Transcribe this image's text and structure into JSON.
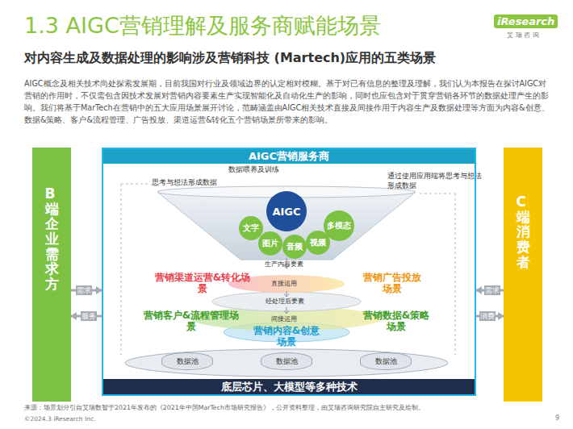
{
  "diagram": {
    "title": "1.3 AIGC营销理解及服务商赋能场景",
    "nodes": [
      {
        "text": [
          "B端企业需求方"
        ]
      },
      {
        "text": [
          "AIGC营销服务商"
        ]
      },
      {
        "text": [
          "AIGC"
        ],
        "in": 1
      },
      {
        "text": [
          "文字"
        ],
        "in": 1
      },
      {
        "text": [
          "图片"
        ],
        "in": 1
      },
      {
        "text": [
          "音频"
        ],
        "in": 1
      },
      {
        "text": [
          "视频"
        ],
        "in": 1
      },
      {
        "text": [
          "多模态"
        ],
        "in": 1
      },
      {
        "text": [
          "数据池"
        ],
        "in": 1
      },
      {
        "text": [
          "数据池"
        ],
        "in": 1
      },
      {
        "text": [
          "数据池"
        ],
        "in": 1
      },
      {
        "text": [
          "底层芯片、大模型等多种技术"
        ],
        "in": 1
      },
      {
        "text": [
          "C端消费者"
        ]
      }
    ],
    "edges": [
      {
        "from": 0,
        "to": 1,
        "label": "需求",
        "arrow": "to"
      },
      {
        "from": 1,
        "to": 0,
        "label": "服务",
        "arrow": "to"
      },
      {
        "from": 12,
        "to": 1,
        "label": "需求",
        "arrow": "to"
      },
      {
        "from": 1,
        "to": 12,
        "label": "消费",
        "arrow": "to"
      }
    ],
    "labels": [
      "iResearch",
      "艾 瑞 咨 询",
      "对内容生成及数据处理的影响涉及营销科技 (Martech)应用的五类场景",
      "AIGC概念及相关技术尚处探索发展期，目前我国对行业及领域边界的认定相对模糊。基于对已有信息的整理及理解，我们认为本报告在探讨AIGC对营销的作用时，不仅需包含因技术发展对营销内容要素生产实现智能化及自动化生产的影响，同时也应包含对于贯穿营销各环节的数据处理产生的影响。我们将基于MarTech在营销中的五大应用场景展开讨论，范畴涵盖由AIGC相关技术直接及间接作用于内容生产及数据处理等方面为内容&创意、数据&策略、客户&流程管理、广告投放、渠道运营&转化五个营销场景所带来的影响。",
      "数据喂养及训练",
      "思考与想法形成数据",
      "通过使用应用端将思考与想法形成数据",
      "生产内容要素",
      "营销渠道运营&转化场景",
      "营销广告投放场景",
      "直接运用",
      "经处理后要素",
      "营销客户&流程管理场景",
      "营销数据&策略场景",
      "间接运用",
      "营销内容&创意场景",
      "来源：场景划分引自艾瑞数智于2021年发布的《2021年中国MarTech市场研究报告》，公开资料整理，由艾瑞咨询研究院自主研究及绘制。",
      "©2024.3 iResearch Inc.",
      "9"
    ]
  }
}
